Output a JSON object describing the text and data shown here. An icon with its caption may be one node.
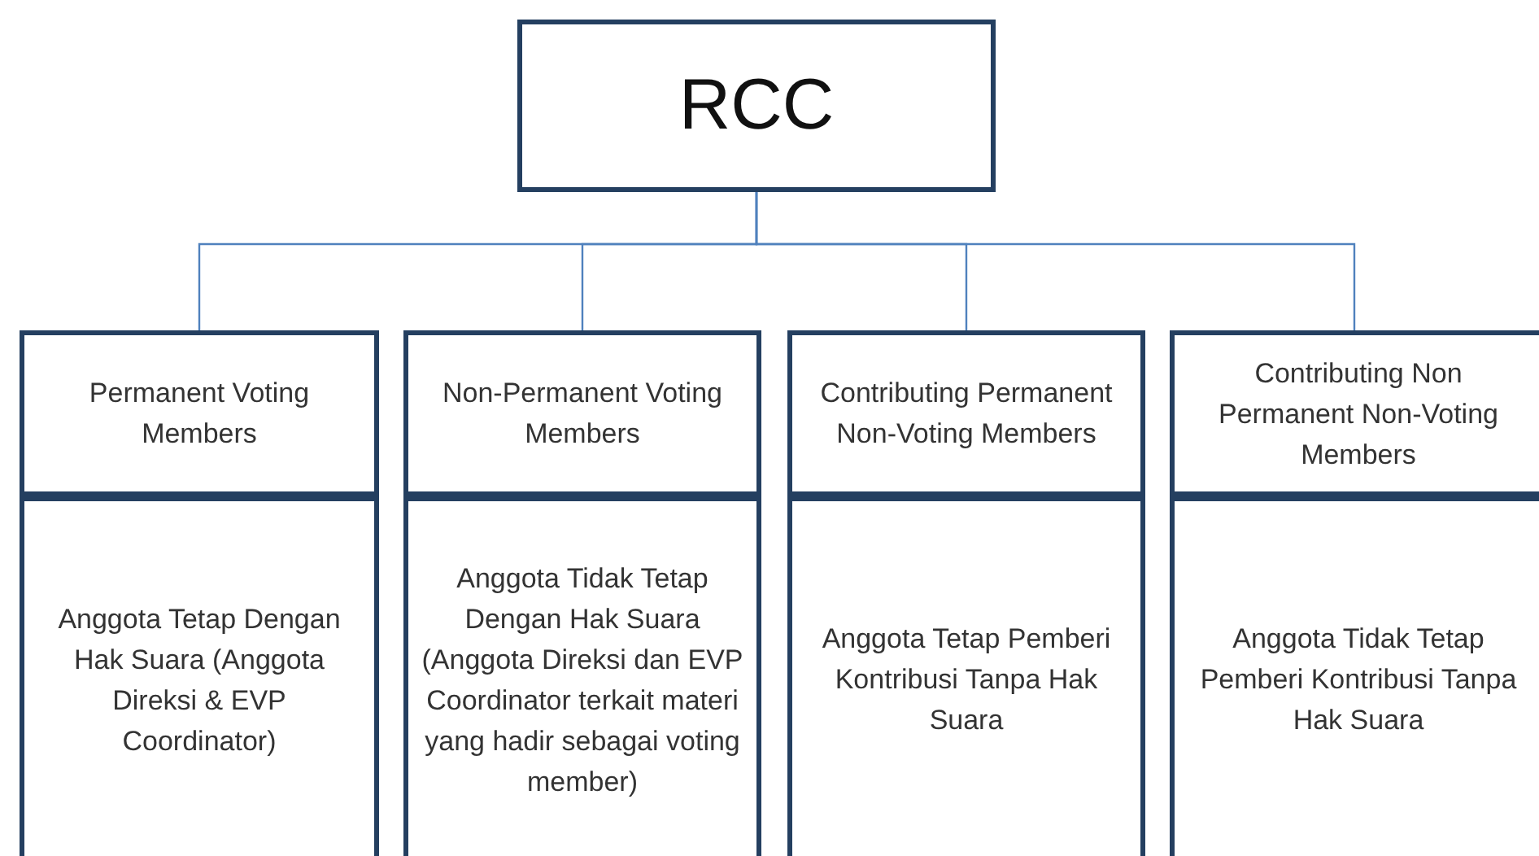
{
  "diagram": {
    "nodes": [
      {
        "text": [
          "RCC"
        ]
      },
      {
        "text": [
          "Permanent Voting Members"
        ]
      },
      {
        "text": [
          "Anggota Tetap Dengan Hak Suara (Anggota Direksi & EVP Coordinator)"
        ]
      },
      {
        "text": [
          "Non-Permanent Voting Members"
        ]
      },
      {
        "text": [
          "Anggota Tidak Tetap Dengan Hak Suara (Anggota Direksi dan EVP Coordinator terkait materi yang hadir sebagai voting member)"
        ]
      },
      {
        "text": [
          "Contributing Permanent Non-Voting Members"
        ]
      },
      {
        "text": [
          "Anggota Tetap Pemberi Kontribusi Tanpa Hak Suara"
        ]
      },
      {
        "text": [
          "Contributing  Non Permanent Non-Voting Members"
        ]
      },
      {
        "text": [
          "Anggota Tidak Tetap Pemberi Kontribusi Tanpa Hak Suara"
        ]
      }
    ],
    "edges": [
      {
        "from": 0,
        "to": 1,
        "arrow": "none"
      },
      {
        "from": 0,
        "to": 3,
        "arrow": "none"
      },
      {
        "from": 0,
        "to": 5,
        "arrow": "none"
      },
      {
        "from": 0,
        "to": 7,
        "arrow": "none"
      }
    ]
  }
}
